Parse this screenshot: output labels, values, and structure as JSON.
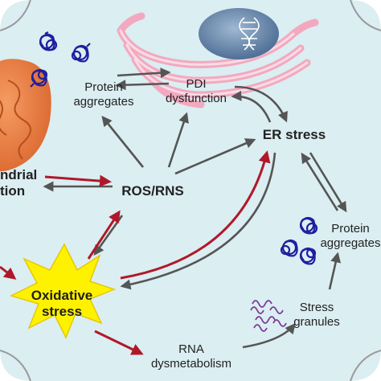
{
  "labels": {
    "protein_aggregates_top": "Protein\naggregates",
    "pdi_dysfunction": "PDI\ndysfunction",
    "er_stress": "ER stress",
    "ros_rns": "ROS/RNS",
    "mito_dysfunction": "ndrial\ntion",
    "protein_aggregates_right": "Protein\naggregates",
    "oxidative_stress": "Oxidative\nstress",
    "stress_granules": "Stress\ngranules",
    "rna_dysmetabolism": "RNA\ndysmetabolism"
  },
  "colors": {
    "cell_fill": "#dbeef2",
    "cell_border": "#9a9a9a",
    "er_fill": "#f7c9d6",
    "nucleus": "#6f8fb2",
    "mitochondrion": "#e8783e",
    "red_arrow": "#b0182a",
    "gray_arrow": "#555555",
    "aggregate": "#1f1f9e",
    "granule": "#7a3c94",
    "burst": "#fff200"
  },
  "icons": [
    "dna-helix-icon",
    "protein-aggregate-icon",
    "stress-granule-icon",
    "starburst-icon"
  ]
}
